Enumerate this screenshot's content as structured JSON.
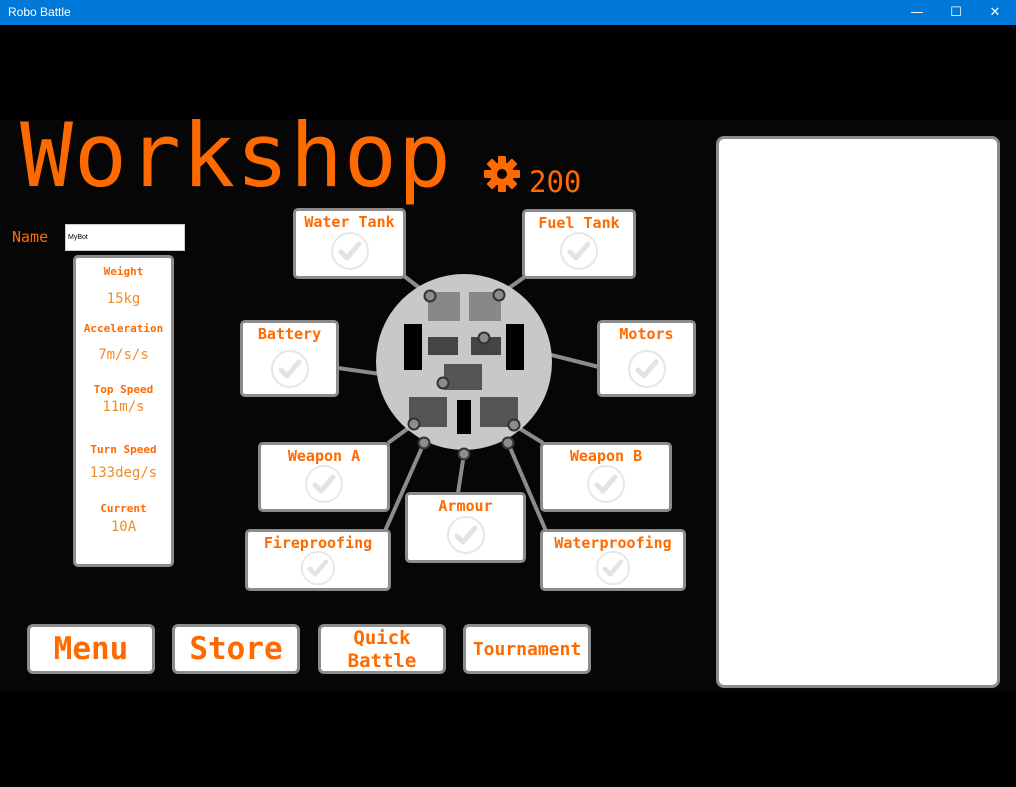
{
  "window": {
    "title": "Robo Battle",
    "minimize": "—",
    "maximize": "☐",
    "close": "✕"
  },
  "header": {
    "title": "Workshop",
    "currency_icon": "gear-icon",
    "currency_value": "200"
  },
  "name_field": {
    "label": "Name",
    "value": "MyBot"
  },
  "stats": {
    "weight_label": "Weight",
    "weight_value": "15kg",
    "acceleration_label": "Acceleration",
    "acceleration_value": "7m/s/s",
    "top_speed_label": "Top Speed",
    "top_speed_value": "11m/s",
    "turn_speed_label": "Turn Speed",
    "turn_speed_value": "133deg/s",
    "current_label": "Current",
    "current_value": "10A"
  },
  "parts": {
    "water_tank": "Water Tank",
    "fuel_tank": "Fuel Tank",
    "battery": "Battery",
    "motors": "Motors",
    "weapon_a": "Weapon A",
    "weapon_b": "Weapon B",
    "armour": "Armour",
    "fireproofing": "Fireproofing",
    "waterproofing": "Waterproofing"
  },
  "nav": {
    "menu": "Menu",
    "store": "Store",
    "quick_battle_line1": "Quick",
    "quick_battle_line2": "Battle",
    "tournament": "Tournament"
  },
  "colors": {
    "accent": "#ff6a00",
    "titlebar": "#0078d7",
    "border": "#8c8c8c"
  }
}
